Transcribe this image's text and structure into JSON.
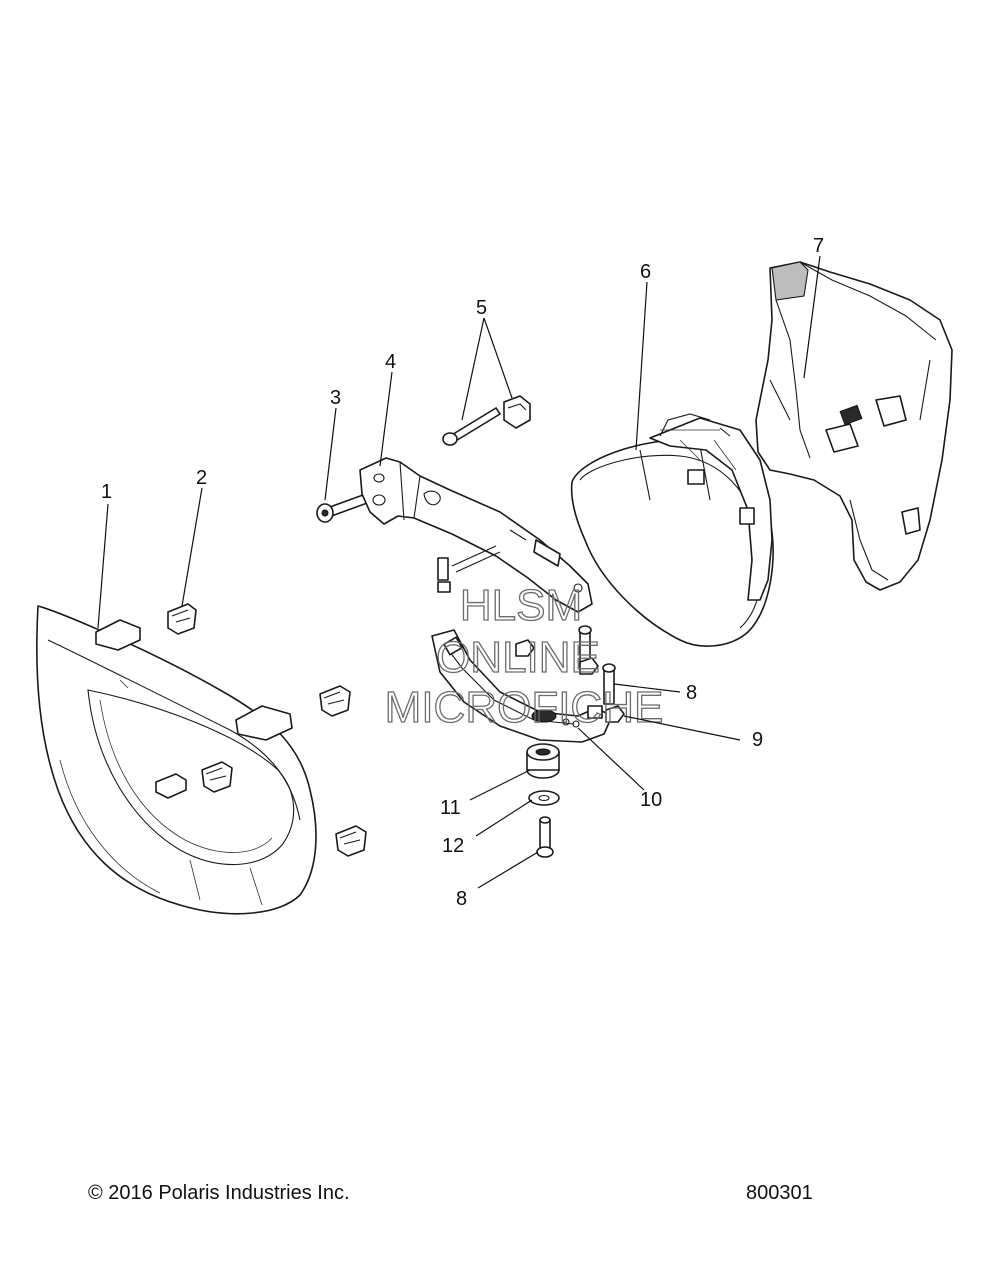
{
  "callouts": [
    {
      "id": "1",
      "label": "1"
    },
    {
      "id": "2",
      "label": "2"
    },
    {
      "id": "3",
      "label": "3"
    },
    {
      "id": "4",
      "label": "4"
    },
    {
      "id": "5",
      "label": "5"
    },
    {
      "id": "6",
      "label": "6"
    },
    {
      "id": "7",
      "label": "7"
    },
    {
      "id": "8a",
      "label": "8"
    },
    {
      "id": "9",
      "label": "9"
    },
    {
      "id": "10",
      "label": "10"
    },
    {
      "id": "11",
      "label": "11"
    },
    {
      "id": "12",
      "label": "12"
    },
    {
      "id": "8b",
      "label": "8"
    }
  ],
  "watermark": {
    "line1": "HLSM",
    "line2": "ONLINE",
    "line3": "MICROFICHE"
  },
  "footer": {
    "copyright": "© 2016 Polaris Industries Inc.",
    "code": "800301"
  }
}
